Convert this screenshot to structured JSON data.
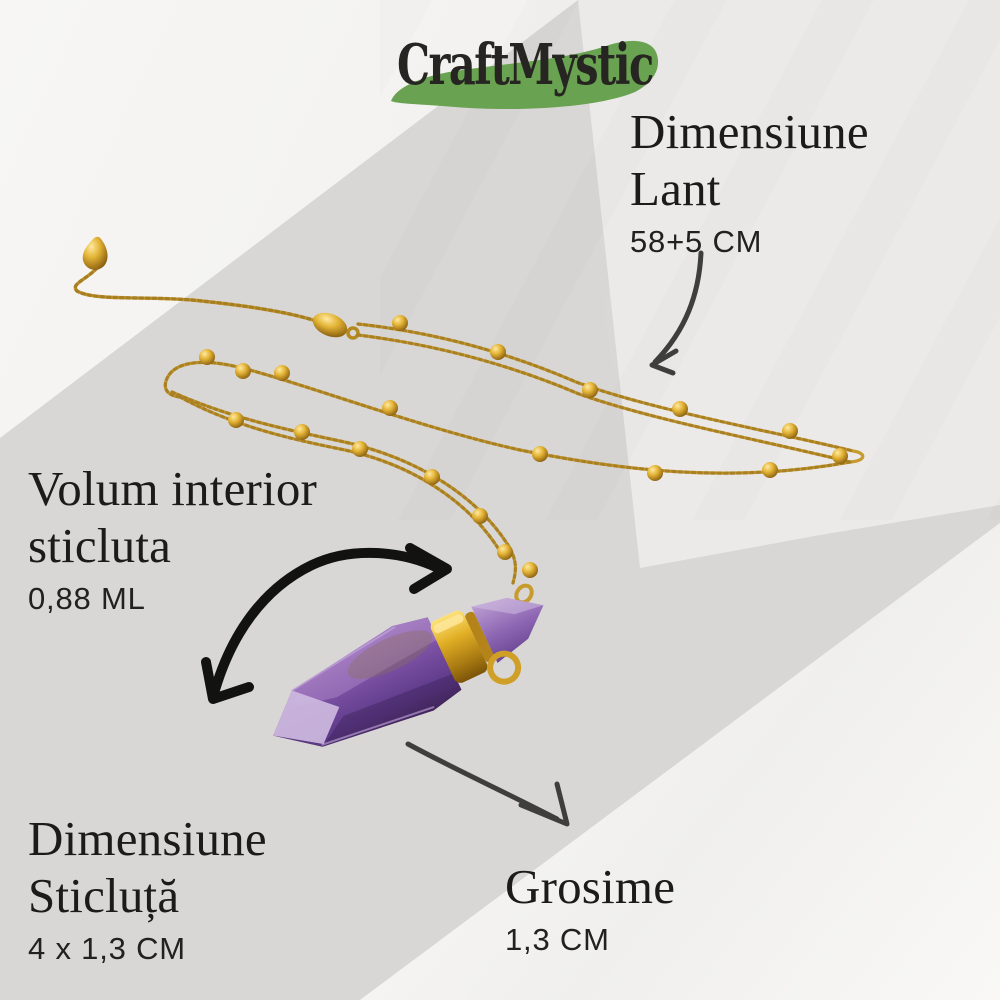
{
  "brand": {
    "name": "CraftMystic",
    "swoosh_color": "#69a250",
    "text_color": "#262522"
  },
  "annotations": {
    "chain": {
      "title_line1": "Dimensiune",
      "title_line2": "Lant",
      "value": "58+5 CM"
    },
    "volume": {
      "title_line1": "Volum interior",
      "title_line2": "sticluta",
      "value": "0,88 ML"
    },
    "bottle": {
      "title_line1": "Dimensiune",
      "title_line2": "Sticluță",
      "value": "4 x 1,3 CM"
    },
    "thickness": {
      "title_line1": "Grosime",
      "value": "1,3 CM"
    }
  },
  "scene": {
    "product": "gold satellite bead chain necklace with amethyst crystal perfume-bottle pendant",
    "pendant_colors": {
      "amethyst_light": "#b493cb",
      "amethyst_mid": "#7b51a3",
      "amethyst_deep": "#4f2f73",
      "collar_gold": "#e2af25"
    },
    "chain_color": "#c79b2d",
    "arrow_color_thin": "#3e3e3c",
    "arrow_color_thick": "#121210",
    "background": {
      "base": "#ebeae8",
      "band": "#d8d7d5",
      "corners": "#f6f5f3"
    }
  }
}
